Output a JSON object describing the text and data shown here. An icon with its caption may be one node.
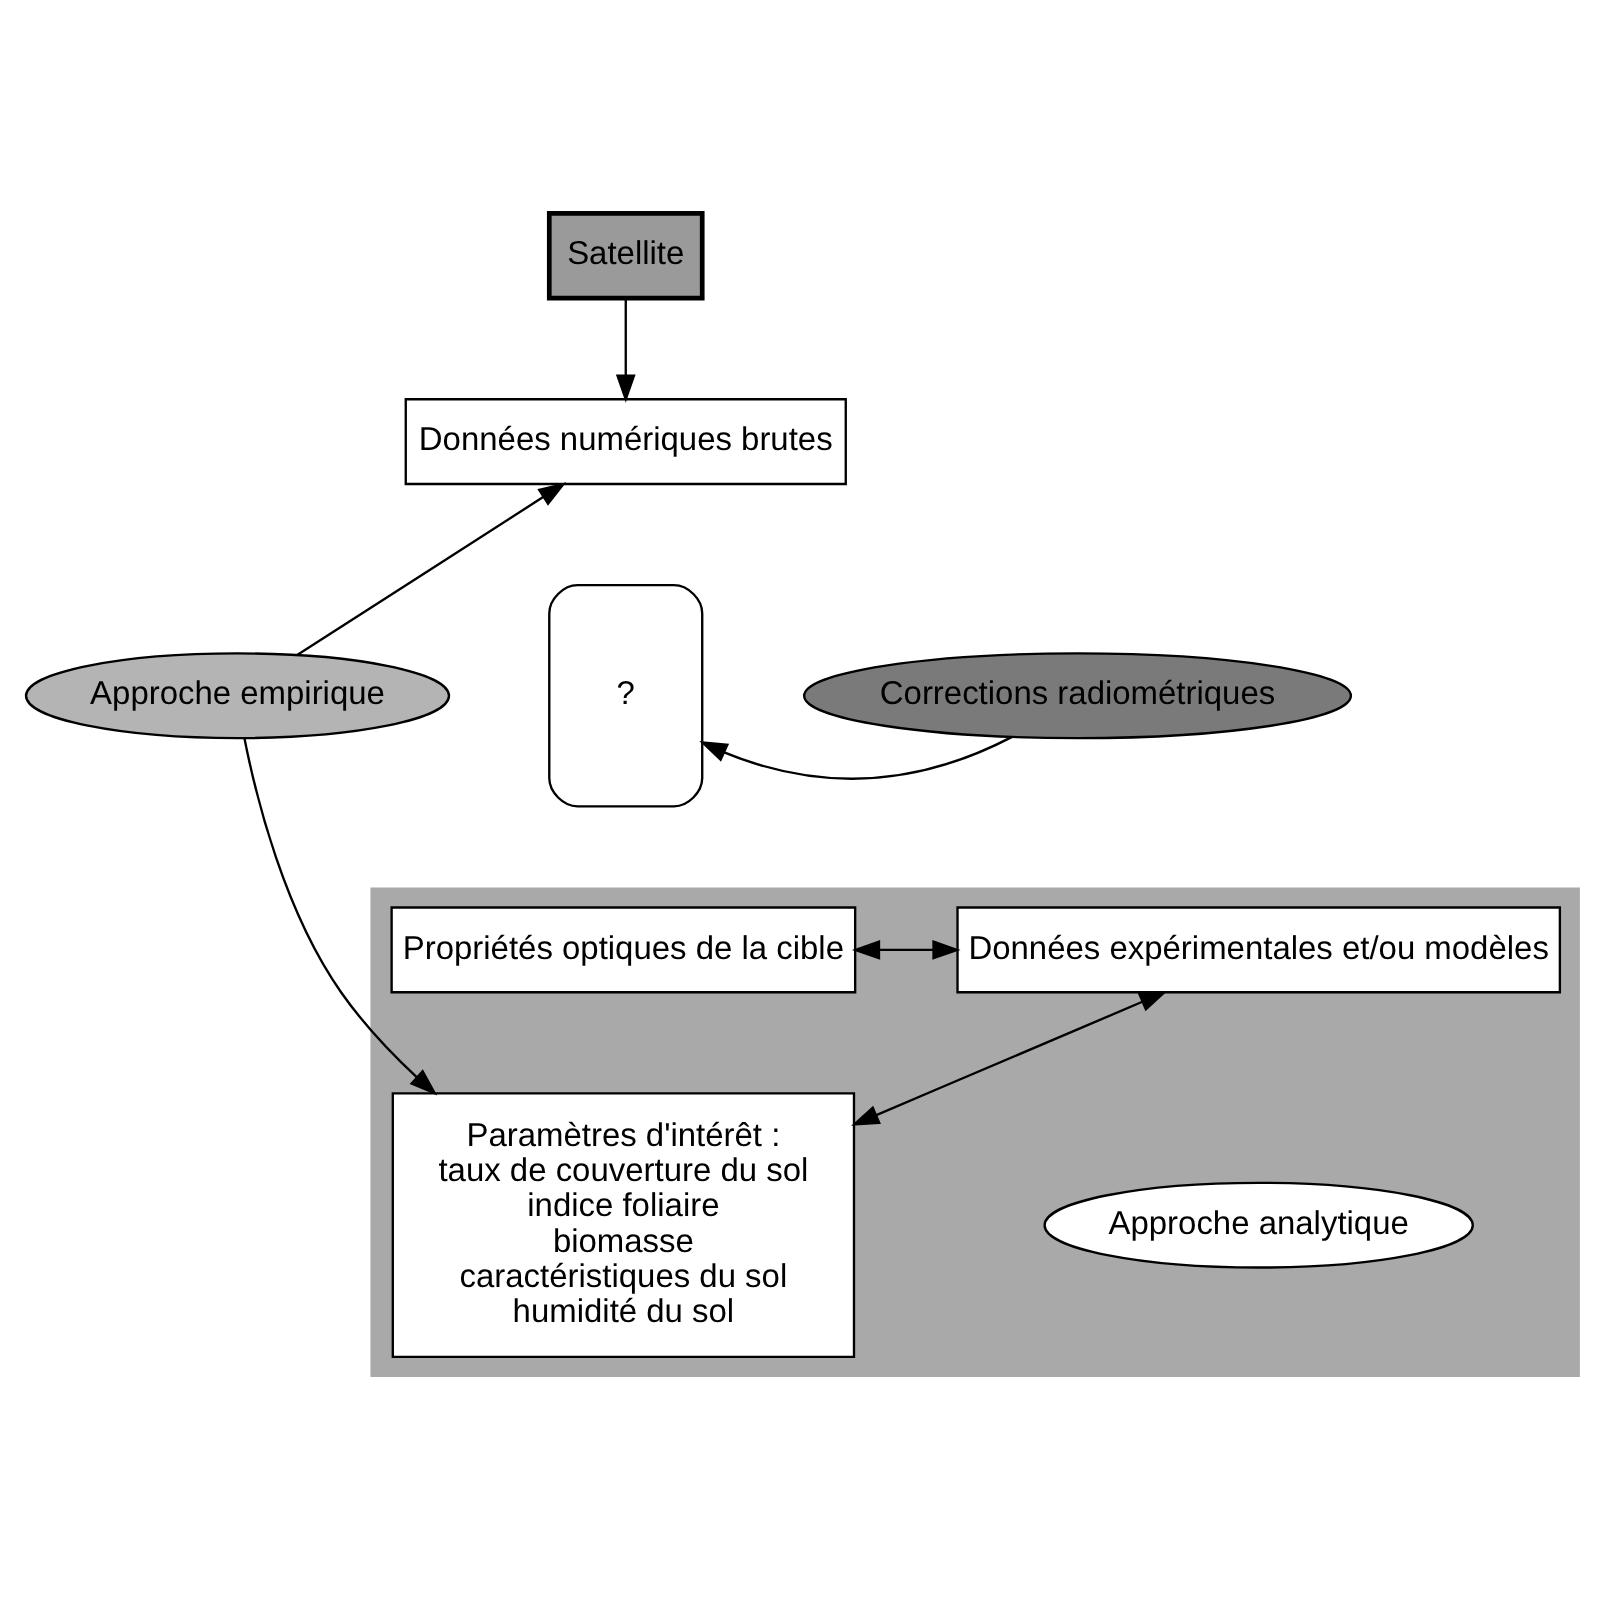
{
  "diagram": {
    "nodes": [
      {
        "text": [
          "Satellite"
        ]
      },
      {
        "text": [
          "Données numériques brutes"
        ]
      },
      {
        "text": [
          "Approche empirique"
        ]
      },
      {
        "text": [
          "?"
        ]
      },
      {
        "text": [
          "Corrections radiométriques"
        ]
      },
      {
        "text": [],
        "shape": "box"
      },
      {
        "text": [
          "Propriétés optiques de la cible"
        ],
        "in": 5
      },
      {
        "text": [
          "Données expérimentales et/ou modèles"
        ],
        "in": 5
      },
      {
        "text": [
          "Paramètres d'intérêt :",
          "taux de couverture du sol",
          "indice foliaire",
          "biomasse",
          "caractéristiques du sol",
          "humidité du sol"
        ],
        "in": 5
      },
      {
        "text": [
          "Approche analytique"
        ],
        "in": 5
      }
    ],
    "edges": [
      {
        "from": 0,
        "to": 1,
        "arrow": "to"
      },
      {
        "from": 2,
        "to": 1,
        "arrow": "to"
      },
      {
        "from": 4,
        "to": 3,
        "arrow": "to"
      },
      {
        "from": 2,
        "to": 8,
        "arrow": "to"
      },
      {
        "from": 6,
        "to": 7,
        "arrow": "both"
      },
      {
        "from": 8,
        "to": 7,
        "arrow": "both"
      }
    ]
  }
}
